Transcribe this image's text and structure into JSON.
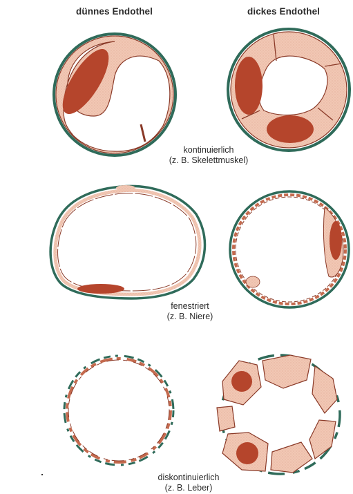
{
  "headers": {
    "thin": "dünnes Endothel",
    "thick": "dickes Endothel"
  },
  "rows": [
    {
      "type": "kontinuierlich",
      "example": "(z. B. Skelettmuskel)"
    },
    {
      "type": "fenestriert",
      "example": "(z. B. Niere)"
    },
    {
      "type": "diskontinuierlich",
      "example": "(z. B. Leber)"
    }
  ],
  "colors": {
    "outline": "#2f6b5a",
    "cytoplasm": "#f1c7b4",
    "nucleus": "#b5452c",
    "membrane": "#8a3a28",
    "lumen": "#ffffff"
  }
}
